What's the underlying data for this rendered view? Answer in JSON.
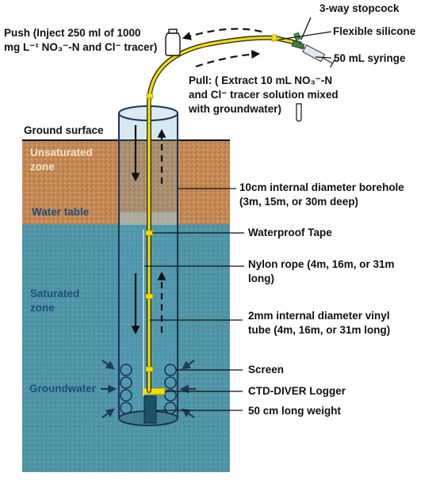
{
  "labels": {
    "push_line1": "Push (Inject 250 ml of 1000",
    "push_line2": "mg L⁻¹ NO₃⁻-N and Cl⁻ tracer)",
    "stopcock": "3-way stopcock",
    "silicone": "Flexible silicone",
    "syringe": "50 mL syringe",
    "pull_line1": "Pull: ( Extract 10 mL NO₃⁻-N",
    "pull_line2": "and Cl⁻ tracer solution mixed",
    "pull_line3": "with groundwater)",
    "ground_surface": "Ground surface",
    "borehole_line1": "10cm internal diameter borehole",
    "borehole_line2": "(3m, 15m, or 30m deep)",
    "tape": "Waterproof Tape",
    "rope_line1": "Nylon rope (4m, 16m, or 31m",
    "rope_line2": "long)",
    "tube_line1": "2mm internal diameter vinyl",
    "tube_line2": "tube (4m, 16m, or 31m long)",
    "screen": "Screen",
    "logger": "CTD-DIVER Logger",
    "weight": "50 cm long weight"
  },
  "zones": {
    "unsaturated_line1": "Unsaturated",
    "unsaturated_line2": "zone",
    "water_table": "Water table",
    "saturated_line1": "Saturated",
    "saturated_line2": "zone",
    "groundwater": "Groundwater"
  },
  "colors": {
    "soil": "#c58a55",
    "water": "#4f95a6",
    "tube": "#f4e000",
    "zone_light": "#f3e2cf",
    "zone_dark": "#1f4e79",
    "arrow": "#1f3a5c"
  }
}
